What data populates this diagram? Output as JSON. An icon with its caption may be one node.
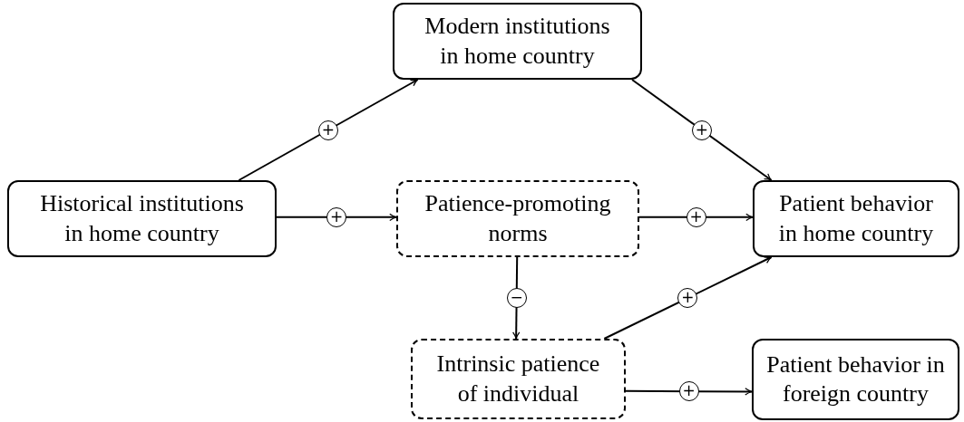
{
  "diagram": {
    "nodes": [
      {
        "text": [
          "Historical institutions in home country"
        ]
      },
      {
        "text": [
          "Modern institutions in home country"
        ]
      },
      {
        "text": [
          "Patience-promoting norms"
        ]
      },
      {
        "text": [
          "Patient behavior in home country"
        ]
      },
      {
        "text": [
          "Intrinsic patience of individual"
        ]
      },
      {
        "text": [
          "Patient behavior in foreign country"
        ]
      }
    ],
    "edges": [
      {
        "from": 0,
        "to": 1,
        "arrow": "to",
        "label": "+"
      },
      {
        "from": 1,
        "to": 3,
        "arrow": "to",
        "label": "+"
      },
      {
        "from": 0,
        "to": 2,
        "arrow": "to",
        "label": "+"
      },
      {
        "from": 2,
        "to": 3,
        "arrow": "to",
        "label": "+"
      },
      {
        "from": 2,
        "to": 4,
        "arrow": "to",
        "label": "−"
      },
      {
        "from": 4,
        "to": 3,
        "arrow": "to",
        "label": "+"
      },
      {
        "from": 4,
        "to": 5,
        "arrow": "to",
        "label": "+"
      }
    ]
  }
}
